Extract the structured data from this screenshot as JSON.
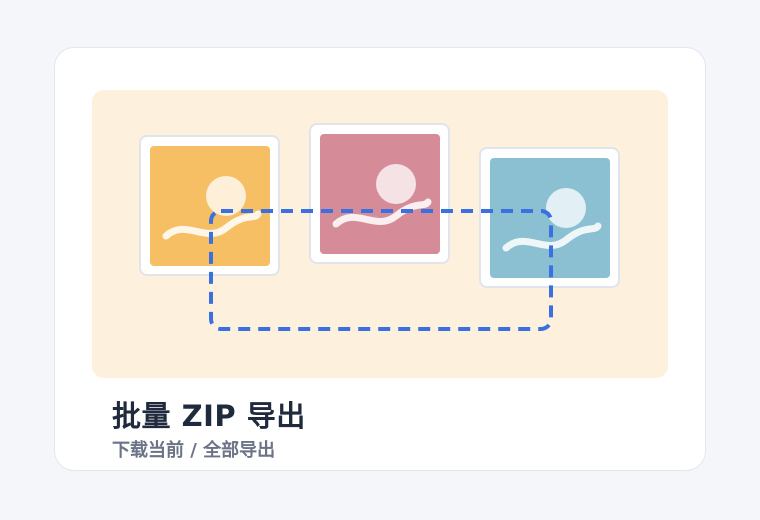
{
  "card": {
    "title": "批量 ZIP 导出",
    "subtitle": "下载当前 / 全部导出"
  },
  "thumbnails": [
    {
      "name": "image-thumbnail-1",
      "icon": "image-icon",
      "fill": "#f6bf63"
    },
    {
      "name": "image-thumbnail-2",
      "icon": "image-icon",
      "fill": "#d68c98"
    },
    {
      "name": "image-thumbnail-3",
      "icon": "image-icon",
      "fill": "#8ac0d2"
    }
  ],
  "colors": {
    "background": "#f5f6fa",
    "hero_background": "#fdf1de",
    "selection": "#3a70e0",
    "title": "#1f2a3d",
    "subtitle": "#6b7386"
  }
}
